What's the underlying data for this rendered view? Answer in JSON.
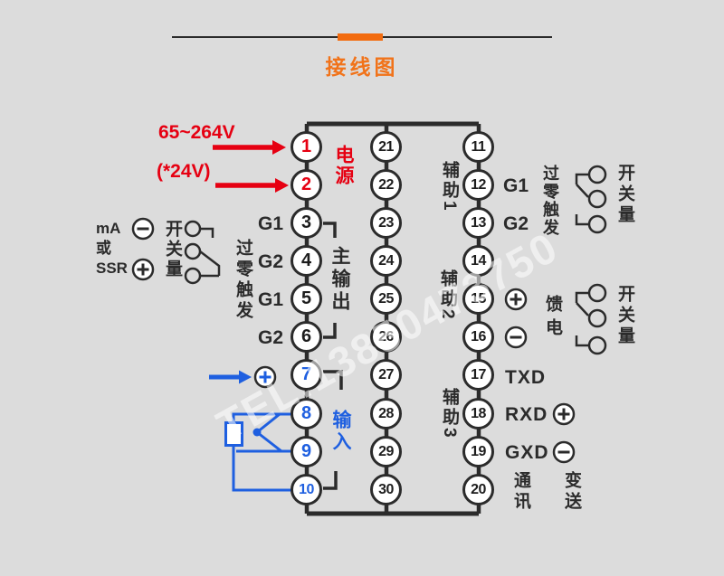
{
  "header": {
    "title": "接线图"
  },
  "watermark": {
    "text": "TEL:13850473750"
  },
  "colors": {
    "background": "#dcdcdc",
    "line_dark": "#2b2b2b",
    "red": "#e60012",
    "blue": "#1e5fe0",
    "orange_accent": "#f26b0f",
    "title_orange": "#f1731a"
  },
  "power": {
    "voltage_line1": "65~264V",
    "voltage_line2": "(*24V)",
    "label": "电源"
  },
  "left_sensor": {
    "lines": "mA\n或\nSSR",
    "switch_label": "开关量",
    "trigger_label": "过零触发"
  },
  "main_output": {
    "g_labels": [
      "G1",
      "G2",
      "G1",
      "G2"
    ],
    "label": "主输出"
  },
  "input": {
    "label": "输入"
  },
  "terminals": {
    "left": [
      "1",
      "2",
      "3",
      "4",
      "5",
      "6",
      "7",
      "8",
      "9",
      "10"
    ],
    "middle": [
      "21",
      "22",
      "23",
      "24",
      "25",
      "26",
      "27",
      "28",
      "29",
      "30"
    ],
    "right": [
      "11",
      "12",
      "13",
      "14",
      "15",
      "16",
      "17",
      "18",
      "19",
      "20"
    ]
  },
  "aux": {
    "aux1": "辅助1",
    "aux2": "辅助2",
    "aux3": "辅助3"
  },
  "right_side": {
    "block1": {
      "g1": "G1",
      "g2": "G2",
      "trigger_label": "过零触发",
      "switch_label": "开关量"
    },
    "block2": {
      "feed_label": "馈电",
      "switch_label": "开关量"
    },
    "comm": {
      "txd": "TXD",
      "rxd": "RXD",
      "gxd": "GXD",
      "comm_label": "通讯",
      "transmit_label": "变送"
    }
  }
}
